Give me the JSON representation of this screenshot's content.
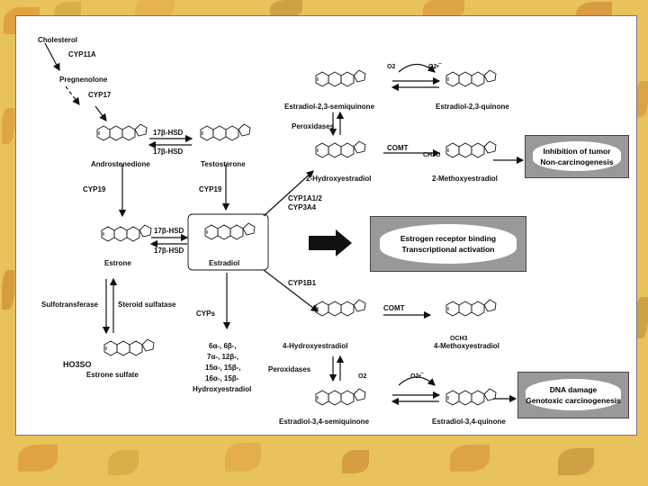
{
  "labels": {
    "cholesterol": "Cholesterol",
    "cyp11a": "CYP11A",
    "pregnenolone": "Pregnenolone",
    "cyp17": "CYP17",
    "hsd_top_1": "17β-HSD",
    "hsd_top_2": "17β-HSD",
    "androstenedione": "Androstenedione",
    "testosterone": "Testosterone",
    "cyp19_left": "CYP19",
    "cyp19_right": "CYP19",
    "hsd_mid_1": "17β-HSD",
    "hsd_mid_2": "17β-HSD",
    "estrone": "Estrone",
    "estradiol": "Estradiol",
    "sulfotransferase": "Sulfotransferase",
    "steroid_sulfatase": "Steroid sulfatase",
    "estrone_sulfate": "Estrone sulfate",
    "estrone_sulfate_group": "HO3SO",
    "cyps": "CYPs",
    "hydroxy_list_1": "6α-, 6β-,",
    "hydroxy_list_2": "7α-, 12β-,",
    "hydroxy_list_3": "15α-, 15β-,",
    "hydroxy_list_4": "16α-, 15β-",
    "hydroxy_list_5": "Hydroxyestradiol",
    "cyp1a": "CYP1A1/2",
    "cyp3a4": "CYP3A4",
    "cyp1b1": "CYP1B1",
    "semiquinone_23": "Estradiol-2,3-semiquinone",
    "quinone_23": "Estradiol-2,3-quinone",
    "peroxidases_top": "Peroxidases",
    "hydroxy_2": "2-Hydroxyestradiol",
    "comt_top": "COMT",
    "methoxy_2": "2-Methoxyestradiol",
    "hydroxy_4": "4-Hydroxyestradiol",
    "comt_bottom": "COMT",
    "methoxy_4": "4-Methoxyestradiol",
    "peroxidases_bottom": "Peroxidases",
    "semiquinone_34": "Estradiol-3,4-semiquinone",
    "quinone_34": "Estradiol-3,4-quinone",
    "o2_top": "O2",
    "o2_rad_top": "O2•‾",
    "o2_bottom": "O2",
    "o2_rad_bottom": "O2•‾",
    "ch3o": "CH3O",
    "och3": "OCH3",
    "oh": "OH",
    "ho": "HO"
  },
  "outcomes": {
    "top_1": "Inhibition of tumor",
    "top_2": "Non-carcinogenesis",
    "mid_1": "Estrogen receptor binding",
    "mid_2": "Transcriptional activation",
    "bottom_1": "DNA damage",
    "bottom_2": "Genotoxic carcinogenesis"
  },
  "colors": {
    "background": "#e8c25a",
    "panel": "#ffffff",
    "outcome_box": "#999999"
  }
}
